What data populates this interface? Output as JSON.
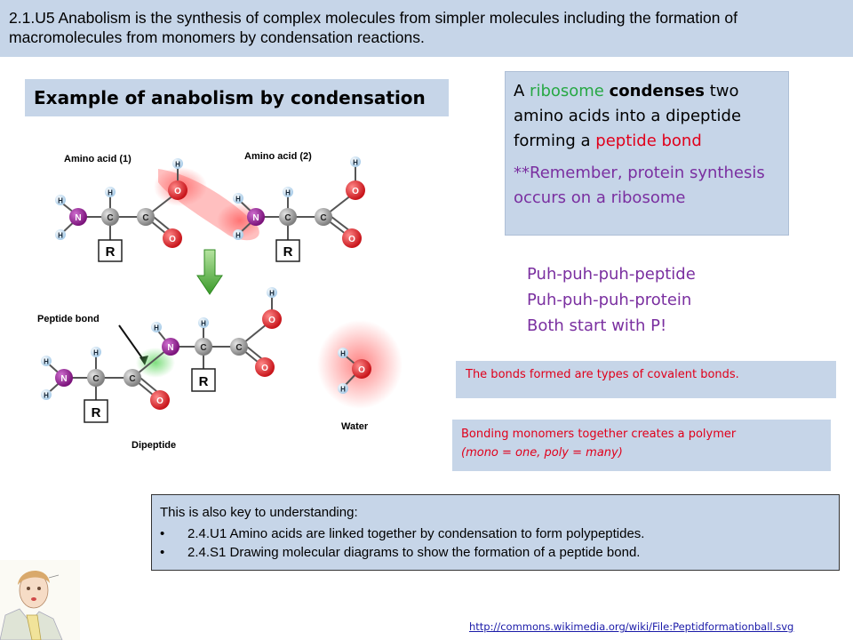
{
  "header": {
    "text": "2.1.U5 Anabolism is the synthesis of complex molecules from simpler molecules including the formation of macromolecules from monomers by condensation reactions."
  },
  "example_title": "Example of anabolism by condensation",
  "ribosome_box": {
    "p1": "A ",
    "ribosome": "ribosome",
    "p2": " ",
    "condenses": "condenses",
    "p3": " two amino acids into a dipeptide forming a ",
    "peptide_bond": "peptide bond",
    "remember": "**Remember, protein synthesis occurs on a ribosome"
  },
  "puh": {
    "line1": "Puh-puh-puh-peptide",
    "line2": "Puh-puh-puh-protein",
    "line3": "Both start with P!"
  },
  "covalent_note": "The bonds formed are types of covalent bonds.",
  "polymer_note": {
    "line1": "Bonding monomers together creates a polymer",
    "line2": "(mono = one, poly = many)"
  },
  "key_box": {
    "intro": "This is also key to understanding:",
    "items": [
      "2.4.U1 Amino acids are linked together by condensation to form polypeptides.",
      "2.4.S1 Drawing molecular diagrams to show the formation of a peptide bond."
    ]
  },
  "link": "http://commons.wikimedia.org/wiki/File:Peptidformationball.svg",
  "diagram": {
    "amino_acid_1": "Amino acid (1)",
    "amino_acid_2": "Amino acid (2)",
    "peptide_bond_label": "Peptide bond",
    "dipeptide": "Dipeptide",
    "water": "Water",
    "atom_h": "H",
    "atom_n": "N",
    "atom_c": "C",
    "atom_o": "O",
    "group_r": "R"
  },
  "colors": {
    "panel": "#c6d5e8",
    "nitrogen": "#8a1a8a",
    "oxygen": "#d81e1e",
    "hydrogen": "#cfe4f5",
    "carbon": "#9a9a9a",
    "arrow": "#5bbd3a"
  }
}
